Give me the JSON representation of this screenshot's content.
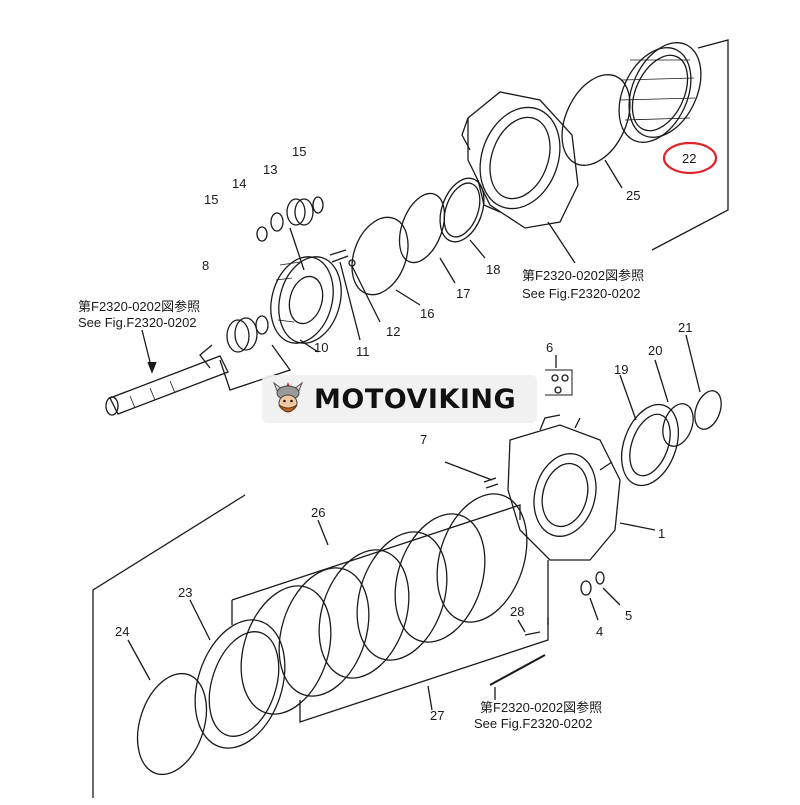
{
  "callouts": {
    "n1": "1",
    "n4": "4",
    "n5": "5",
    "n6": "6",
    "n7": "7",
    "n8": "8",
    "n10": "10",
    "n11": "11",
    "n12": "12",
    "n13": "13",
    "n14": "14",
    "n15a": "15",
    "n15b": "15",
    "n16": "16",
    "n17": "17",
    "n18": "18",
    "n19": "19",
    "n20": "20",
    "n21": "21",
    "n22": "22",
    "n23": "23",
    "n24": "24",
    "n25": "25",
    "n26": "26",
    "n27": "27",
    "n28": "28"
  },
  "references": [
    {
      "jp": "第F2320-0202図参照",
      "en": "See Fig.F2320-0202"
    },
    {
      "jp": "第F2320-0202図参照",
      "en": "See Fig.F2320-0202"
    },
    {
      "jp": "第F2320-0202図参照",
      "en": "See Fig.F2320-0202"
    }
  ],
  "watermark": {
    "text": "MOTOVIKING",
    "icon": "viking-mascot-icon"
  },
  "colors": {
    "line": "#1a1a1a",
    "highlight": "#e0242c",
    "watermark_bg": "#efefef"
  }
}
